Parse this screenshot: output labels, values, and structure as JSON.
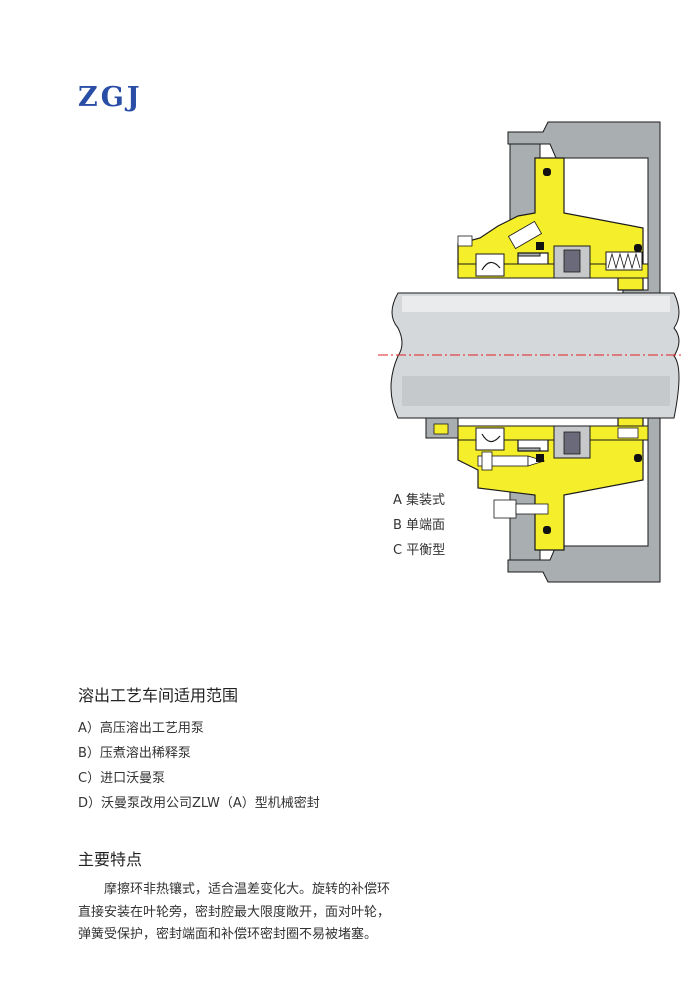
{
  "brand": {
    "logo": "ZGJ"
  },
  "drawing": {
    "legend": [
      "A 集装式",
      "B 单端面",
      "C 平衡型"
    ],
    "colors": {
      "housing": "#a9aeb0",
      "body": "#f5ee2a",
      "shaft": "#d4d8da",
      "centerline": "#e02020",
      "outline": "#1a1a1a"
    }
  },
  "applications": {
    "title": "溶出工艺车间适用范围",
    "items": [
      "A）高压溶出工艺用泵",
      "B）压煮溶出稀释泵",
      "C）进口沃曼泵",
      "D）沃曼泵改用公司ZLW（A）型机械密封"
    ]
  },
  "features": {
    "title": "主要特点",
    "text": "摩擦环非热镶式，适合温差变化大。旋转的补偿环直接安装在叶轮旁，密封腔最大限度敞开，面对叶轮，弹簧受保护，密封端面和补偿环密封圈不易被堵塞。"
  }
}
